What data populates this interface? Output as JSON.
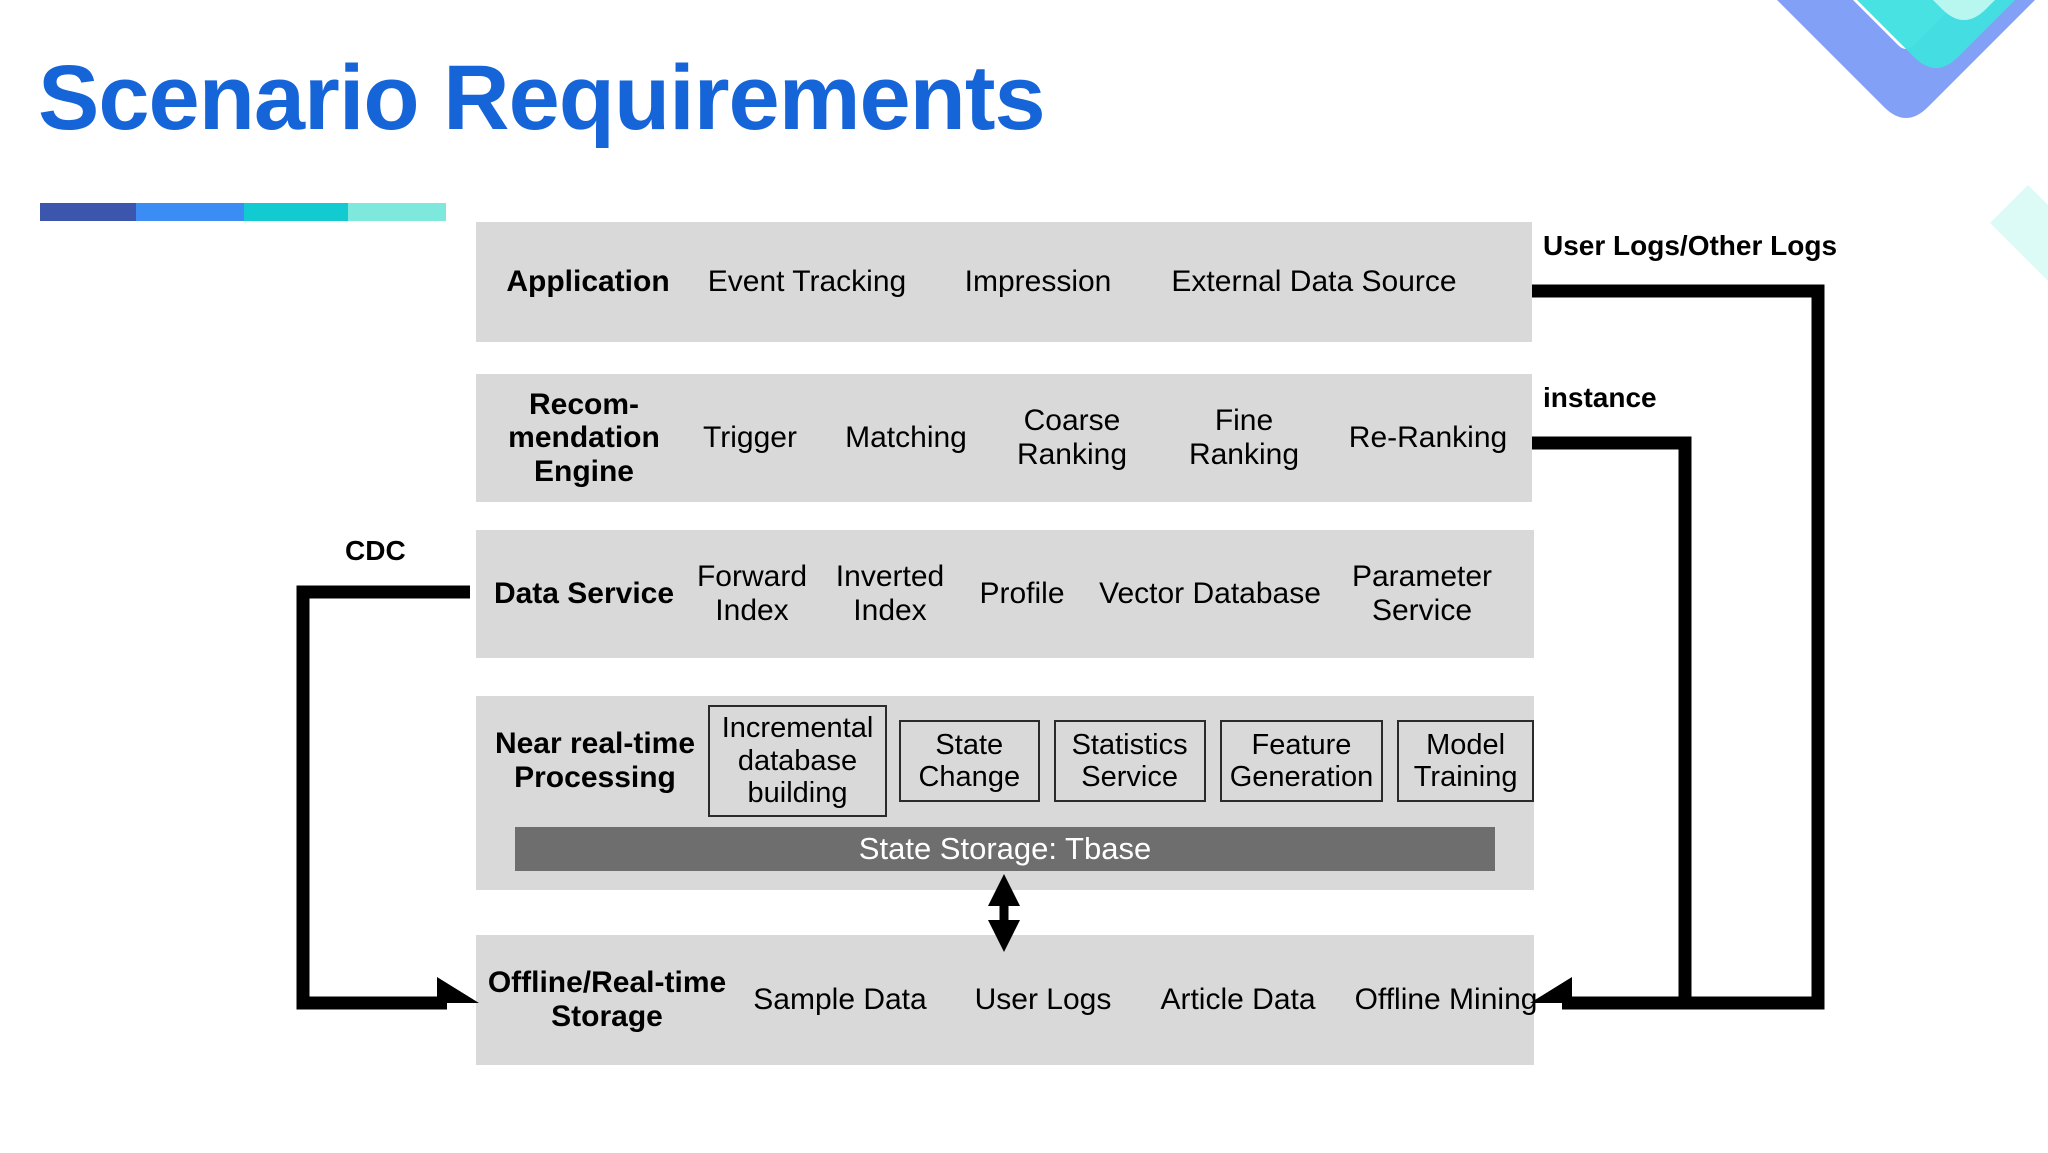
{
  "slide": {
    "title": "Scenario Requirements",
    "accent_colors": [
      "#3C56AE",
      "#3B8CF5",
      "#12CBD0",
      "#7FE8DD"
    ],
    "title_color": "#1565D8",
    "band_color": "#D9D9D9",
    "storage_bar_color": "#6E6E6E"
  },
  "diagram": {
    "rows": [
      {
        "id": "application",
        "lead": "Application",
        "items": [
          "Event Tracking",
          "Impression",
          "External Data Source"
        ]
      },
      {
        "id": "recommendation",
        "lead": "Recom-\nmendation\nEngine",
        "lead_lines": [
          "Recom-",
          "mendation",
          "Engine"
        ],
        "items": [
          "Trigger",
          "Matching",
          "Coarse\nRanking",
          "Fine\nRanking",
          "Re-Ranking"
        ]
      },
      {
        "id": "dataservice",
        "lead": "Data Service",
        "items": [
          "Forward\nIndex",
          "Inverted\nIndex",
          "Profile",
          "Vector Database",
          "Parameter\nService"
        ]
      },
      {
        "id": "nearrt",
        "lead": "Near real-time\nProcessing",
        "lead_lines": [
          "Near real-time",
          "Processing"
        ],
        "boxes": [
          "Incremental\ndatabase\nbuilding",
          "State\nChange",
          "Statistics\nService",
          "Feature\nGeneration",
          "Model\nTraining"
        ],
        "storage_bar": "State Storage: Tbase"
      },
      {
        "id": "offline",
        "lead": "Offline/Real-time\nStorage",
        "lead_lines": [
          "Offline/Real-time",
          "Storage"
        ],
        "items": [
          "Sample Data",
          "User Logs",
          "Article Data",
          "Offline Mining"
        ]
      }
    ],
    "connectors": [
      {
        "id": "user-logs",
        "label": "User Logs/Other Logs",
        "from": "application",
        "to": "offline"
      },
      {
        "id": "instance",
        "label": "instance",
        "from": "recommendation",
        "to": "offline"
      },
      {
        "id": "cdc",
        "label": "CDC",
        "from": "dataservice",
        "to": "offline"
      },
      {
        "id": "state-sync",
        "label": "",
        "from": "nearrt",
        "to": "offline",
        "bidirectional": true
      }
    ]
  }
}
